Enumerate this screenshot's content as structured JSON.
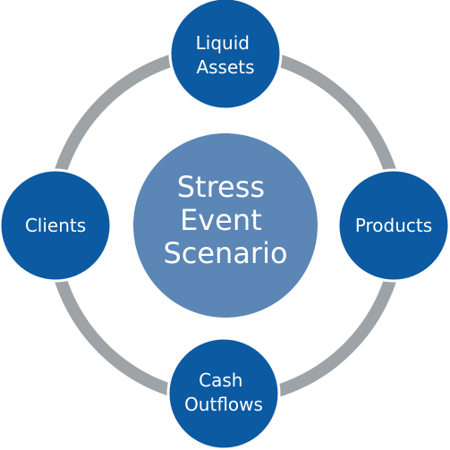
{
  "diagram": {
    "center": {
      "lines": [
        "Stress",
        "Event",
        "Scenario"
      ]
    },
    "nodes": {
      "top": {
        "lines": [
          "Liquid",
          "Assets"
        ]
      },
      "right": {
        "lines": [
          "Products"
        ]
      },
      "bottom": {
        "lines": [
          "Cash",
          "Outflows"
        ]
      },
      "left": {
        "lines": [
          "Clients"
        ]
      }
    },
    "colors": {
      "ring": "#9ea3a8",
      "node_fill": "#0b5aa2",
      "node_stroke": "#ffffff",
      "center_fill": "#5b86b6",
      "text": "#ffffff"
    }
  }
}
